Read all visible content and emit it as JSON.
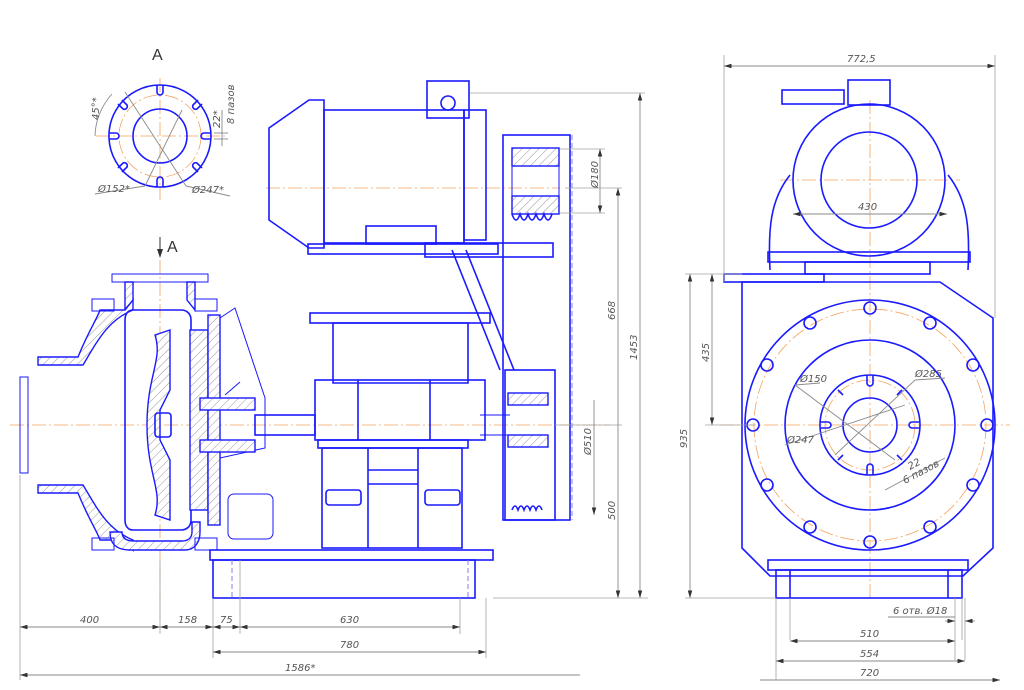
{
  "drawing": {
    "title": "Centrifugal pump unit — assembly drawing",
    "colors": {
      "outline": "#1a1aff",
      "centerline": "#f4a460",
      "dimension": "#8a8a8a",
      "text": "#555555"
    },
    "view_a": {
      "label": "A",
      "arrow_label": "A",
      "angle": "45°*",
      "slot_width": "22*",
      "slot_count": "8 пазов",
      "inner_diameter": "Ø152*",
      "outer_diameter": "Ø247*"
    },
    "side_view": {
      "dims_vertical": {
        "pulley_diameter": "Ø180",
        "motor_axis_height": "668",
        "total_height": "1453",
        "pump_pulley_diameter": "Ø510",
        "shaft_axis_height": "500"
      },
      "dims_horizontal": {
        "inlet_length": "400",
        "casing_offset": "158",
        "frame_offset": "75",
        "bolt_spacing": "630",
        "frame_length": "780",
        "overall_length": "1586*"
      }
    },
    "front_view": {
      "overall_width": "772,5",
      "motor_feet_spacing": "430",
      "axis_from_top": "435",
      "total_height": "935",
      "bore_diameter": "Ø150",
      "flange_diameter": "Ø285",
      "circle_diameter": "Ø247",
      "slot_width": "22",
      "slot_count": "6 пазов",
      "holes": "6 отв. Ø18",
      "base_bolt_spacing": "510",
      "base_width": "554",
      "overall_base": "720"
    }
  }
}
